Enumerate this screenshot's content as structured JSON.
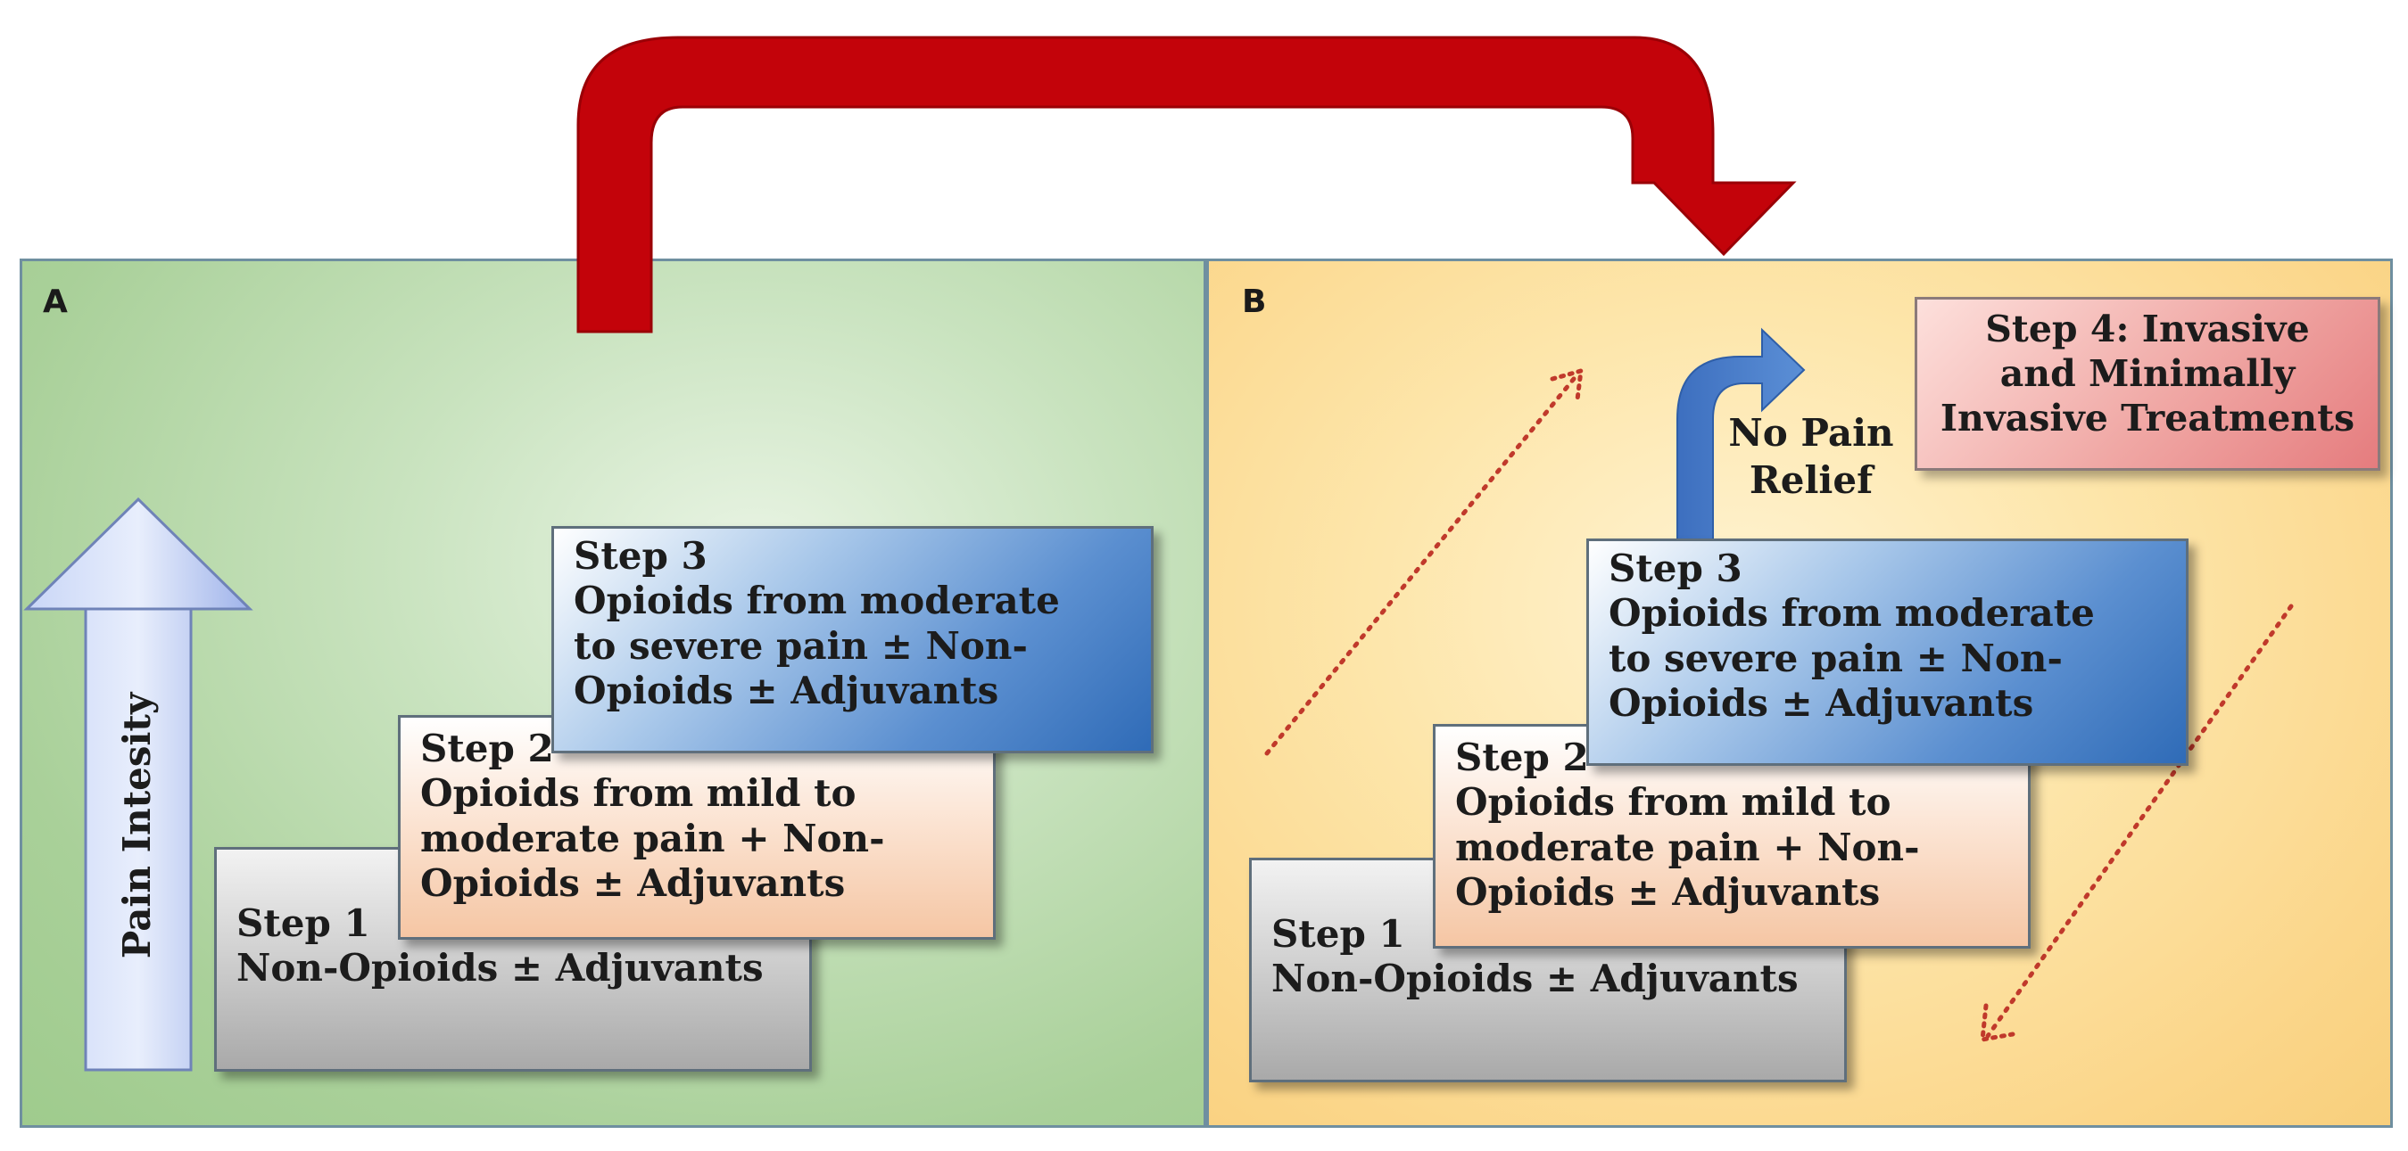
{
  "panels": {
    "a": {
      "letter": "A"
    },
    "b": {
      "letter": "B"
    }
  },
  "axis": {
    "pain_label": "Pain Intesity"
  },
  "steps": {
    "step1": {
      "title": "Step 1",
      "line1": "Non-Opioids ± Adjuvants"
    },
    "step2": {
      "title": "Step 2",
      "line1": "Opioids  from  mild to",
      "line2": "moderate pain + Non-",
      "line3": "Opioids ±  Adjuvants"
    },
    "step3": {
      "title": "Step 3",
      "line1": "Opioids  from  moderate",
      "line2": "to severe pain ± Non-",
      "line3": "Opioids ±  Adjuvants"
    },
    "step4": {
      "line1": "Step 4: Invasive",
      "line2": "and Minimally",
      "line3": "Invasive Treatments"
    }
  },
  "no_relief": {
    "line1": "No Pain",
    "line2": "Relief"
  },
  "colors": {
    "curved_arrow": "#c3030a",
    "pain_arrow": "#a9bdf0",
    "relief_arrow": "#4a7cc6",
    "dotted_arrow": "#c0392b"
  }
}
